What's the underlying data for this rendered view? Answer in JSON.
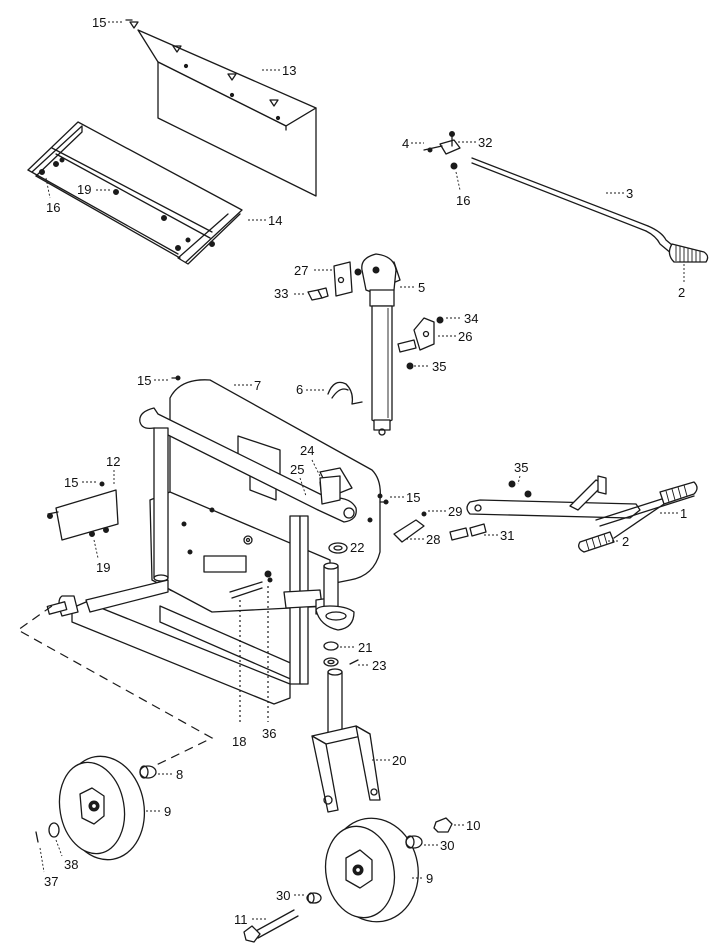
{
  "callouts": {
    "c1": "1",
    "c2a": "2",
    "c2b": "2",
    "c3": "3",
    "c4": "4",
    "c5": "5",
    "c6": "6",
    "c7": "7",
    "c8": "8",
    "c9a": "9",
    "c9b": "9",
    "c10": "10",
    "c11": "11",
    "c12": "12",
    "c13": "13",
    "c14": "14",
    "c15a": "15",
    "c15b": "15",
    "c15c": "15",
    "c15d": "15",
    "c16a": "16",
    "c16b": "16",
    "c18": "18",
    "c19a": "19",
    "c19b": "19",
    "c20": "20",
    "c21": "21",
    "c22": "22",
    "c23": "23",
    "c24": "24",
    "c25": "25",
    "c26": "26",
    "c27": "27",
    "c28": "28",
    "c29": "29",
    "c30a": "30",
    "c30b": "30",
    "c31": "31",
    "c32": "32",
    "c33": "33",
    "c34": "34",
    "c35a": "35",
    "c35b": "35",
    "c36": "36",
    "c37": "37",
    "c38": "38"
  }
}
